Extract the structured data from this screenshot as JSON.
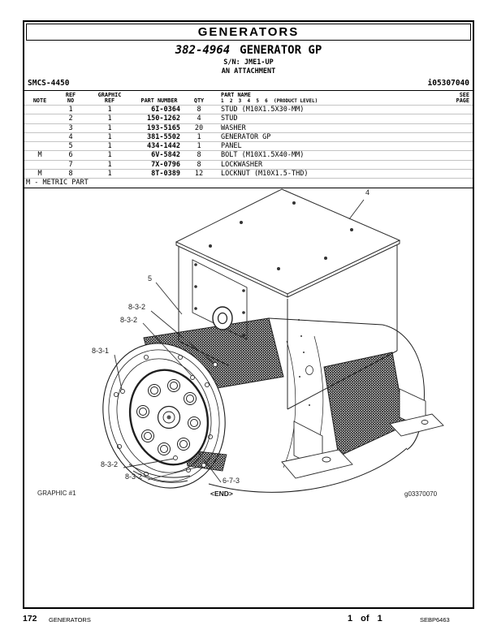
{
  "header": {
    "section_title": "GENERATORS",
    "assembly_number": "382-4964",
    "assembly_name": "GENERATOR GP",
    "serial_line": "S/N: JME1-UP",
    "attachment_line": "AN ATTACHMENT",
    "smcs_code": "SMCS-4450",
    "doc_id": "i05307040"
  },
  "table": {
    "columns": {
      "note": "NOTE",
      "ref_no": [
        "REF",
        "NO"
      ],
      "graphic_ref": [
        "GRAPHIC",
        "REF"
      ],
      "part_number": "PART NUMBER",
      "qty": "QTY",
      "part_name": "PART NAME",
      "part_name_sub": "1  2  3  4  5  6  (PRODUCT LEVEL)",
      "see_page": [
        "SEE",
        "PAGE"
      ]
    },
    "rows": [
      {
        "note": "",
        "ref_no": "1",
        "graphic_ref": "1",
        "part_number": "6I-0364",
        "qty": "8",
        "part_name": "STUD (M10X1.5X30-MM)",
        "see_page": ""
      },
      {
        "note": "",
        "ref_no": "2",
        "graphic_ref": "1",
        "part_number": "150-1262",
        "qty": "4",
        "part_name": "STUD",
        "see_page": ""
      },
      {
        "note": "",
        "ref_no": "3",
        "graphic_ref": "1",
        "part_number": "193-5165",
        "qty": "20",
        "part_name": "WASHER",
        "see_page": ""
      },
      {
        "note": "",
        "ref_no": "4",
        "graphic_ref": "1",
        "part_number": "381-5502",
        "qty": "1",
        "part_name": "GENERATOR GP",
        "see_page": ""
      },
      {
        "note": "",
        "ref_no": "5",
        "graphic_ref": "1",
        "part_number": "434-1442",
        "qty": "1",
        "part_name": "PANEL",
        "see_page": ""
      },
      {
        "note": "M",
        "ref_no": "6",
        "graphic_ref": "1",
        "part_number": "6V-5842",
        "qty": "8",
        "part_name": "BOLT (M10X1.5X40-MM)",
        "see_page": ""
      },
      {
        "note": "",
        "ref_no": "7",
        "graphic_ref": "1",
        "part_number": "7X-0796",
        "qty": "8",
        "part_name": "LOCKWASHER",
        "see_page": ""
      },
      {
        "note": "M",
        "ref_no": "8",
        "graphic_ref": "1",
        "part_number": "8T-0389",
        "qty": "12",
        "part_name": "LOCKNUT (M10X1.5-THD)",
        "see_page": ""
      }
    ],
    "footnote": "M - METRIC PART"
  },
  "graphic": {
    "labels": [
      "4",
      "5",
      "8-3-2",
      "8-3-2",
      "8-3-1",
      "8-3-2",
      "8-3-2",
      "6-7-3"
    ],
    "caption": "GRAPHIC #1",
    "end_marker": "<END>",
    "graphic_id": "g03370070"
  },
  "footer": {
    "page_number": "172",
    "section": "GENERATORS",
    "page_of": "1 of 1",
    "media_number": "SEBP6463"
  }
}
